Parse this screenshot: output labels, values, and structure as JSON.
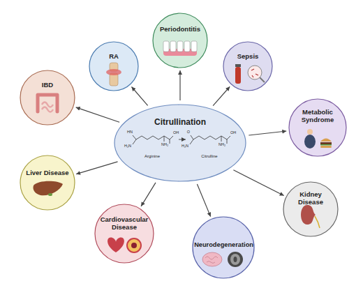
{
  "diagram": {
    "nodes": [
      {
        "text": [
          "Citrullination"
        ]
      },
      {
        "text": [
          "RA"
        ]
      },
      {
        "text": [
          "Periodontitis"
        ]
      },
      {
        "text": [
          "Sepsis"
        ]
      },
      {
        "text": [
          "Metabolic Syndrome"
        ]
      },
      {
        "text": [
          "Kidney Disease"
        ]
      },
      {
        "text": [
          "Neurodegeneration"
        ]
      },
      {
        "text": [
          "Cardiovascular Disease"
        ]
      },
      {
        "text": [
          "Liver Disease"
        ]
      },
      {
        "text": [
          "IBD"
        ]
      }
    ],
    "edges": [
      {
        "from": 0,
        "to": 1,
        "arrow": "to"
      },
      {
        "from": 0,
        "to": 2,
        "arrow": "to"
      },
      {
        "from": 0,
        "to": 3,
        "arrow": "to"
      },
      {
        "from": 0,
        "to": 4,
        "arrow": "to"
      },
      {
        "from": 0,
        "to": 5,
        "arrow": "to"
      },
      {
        "from": 0,
        "to": 6,
        "arrow": "to"
      },
      {
        "from": 0,
        "to": 7,
        "arrow": "to"
      },
      {
        "from": 0,
        "to": 8,
        "arrow": "to"
      },
      {
        "from": 0,
        "to": 9,
        "arrow": "to"
      }
    ],
    "labels": [
      "HN",
      "H₂N",
      "NH₂",
      "OH",
      "Arginine",
      "O",
      "H₂N",
      "NH₂",
      "OH",
      "Citrulline"
    ]
  }
}
